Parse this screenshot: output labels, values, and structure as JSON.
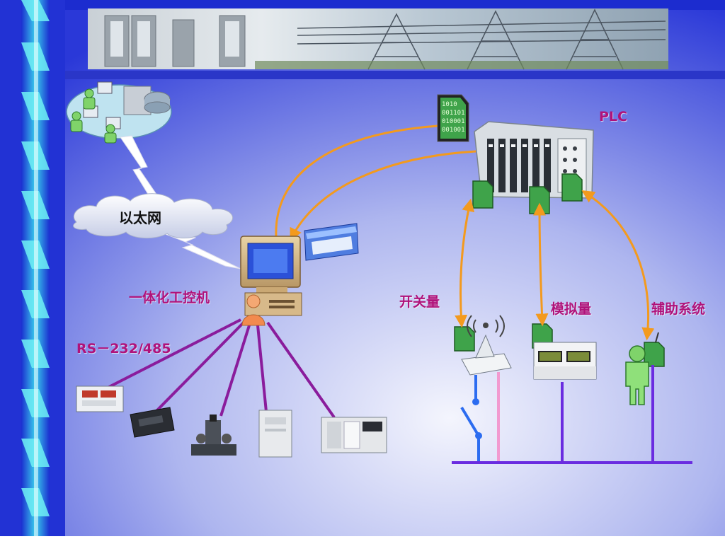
{
  "labels": {
    "ethernet": "以太网",
    "controller": "一体化工控机",
    "rs_bus": "RS－232/485",
    "plc": "PLC",
    "switch_qty": "开关量",
    "analog_qty": "模拟量",
    "aux_system": "辅助系统"
  },
  "binary_text": [
    "1010",
    "001101",
    "010001",
    "001001"
  ],
  "colors": {
    "background_center": "#e9ecfb",
    "background_edge": "#2637d6",
    "label_magenta": "#b0127a",
    "orange_link": "#f39a1e",
    "purple_link": "#8a1c9c",
    "violet_bus": "#6a2ce0",
    "pink_line": "#f29ad0"
  }
}
